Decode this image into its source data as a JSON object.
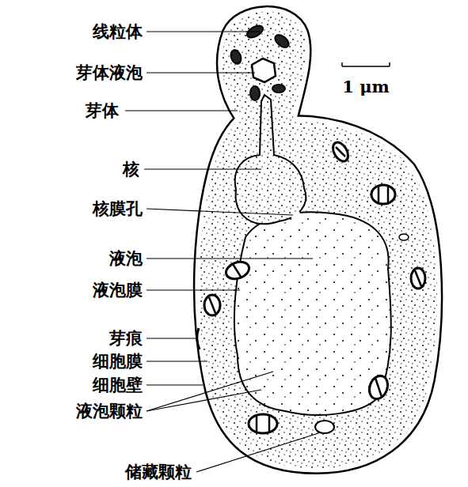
{
  "diagram": {
    "labels": [
      "线粒体",
      "芽体液泡",
      "芽体",
      "核",
      "核膜孔",
      "液泡",
      "液泡膜",
      "芽痕",
      "细胞膜",
      "细胞壁",
      "液泡颗粒",
      "储藏颗粒",
      "1 μm"
    ]
  }
}
